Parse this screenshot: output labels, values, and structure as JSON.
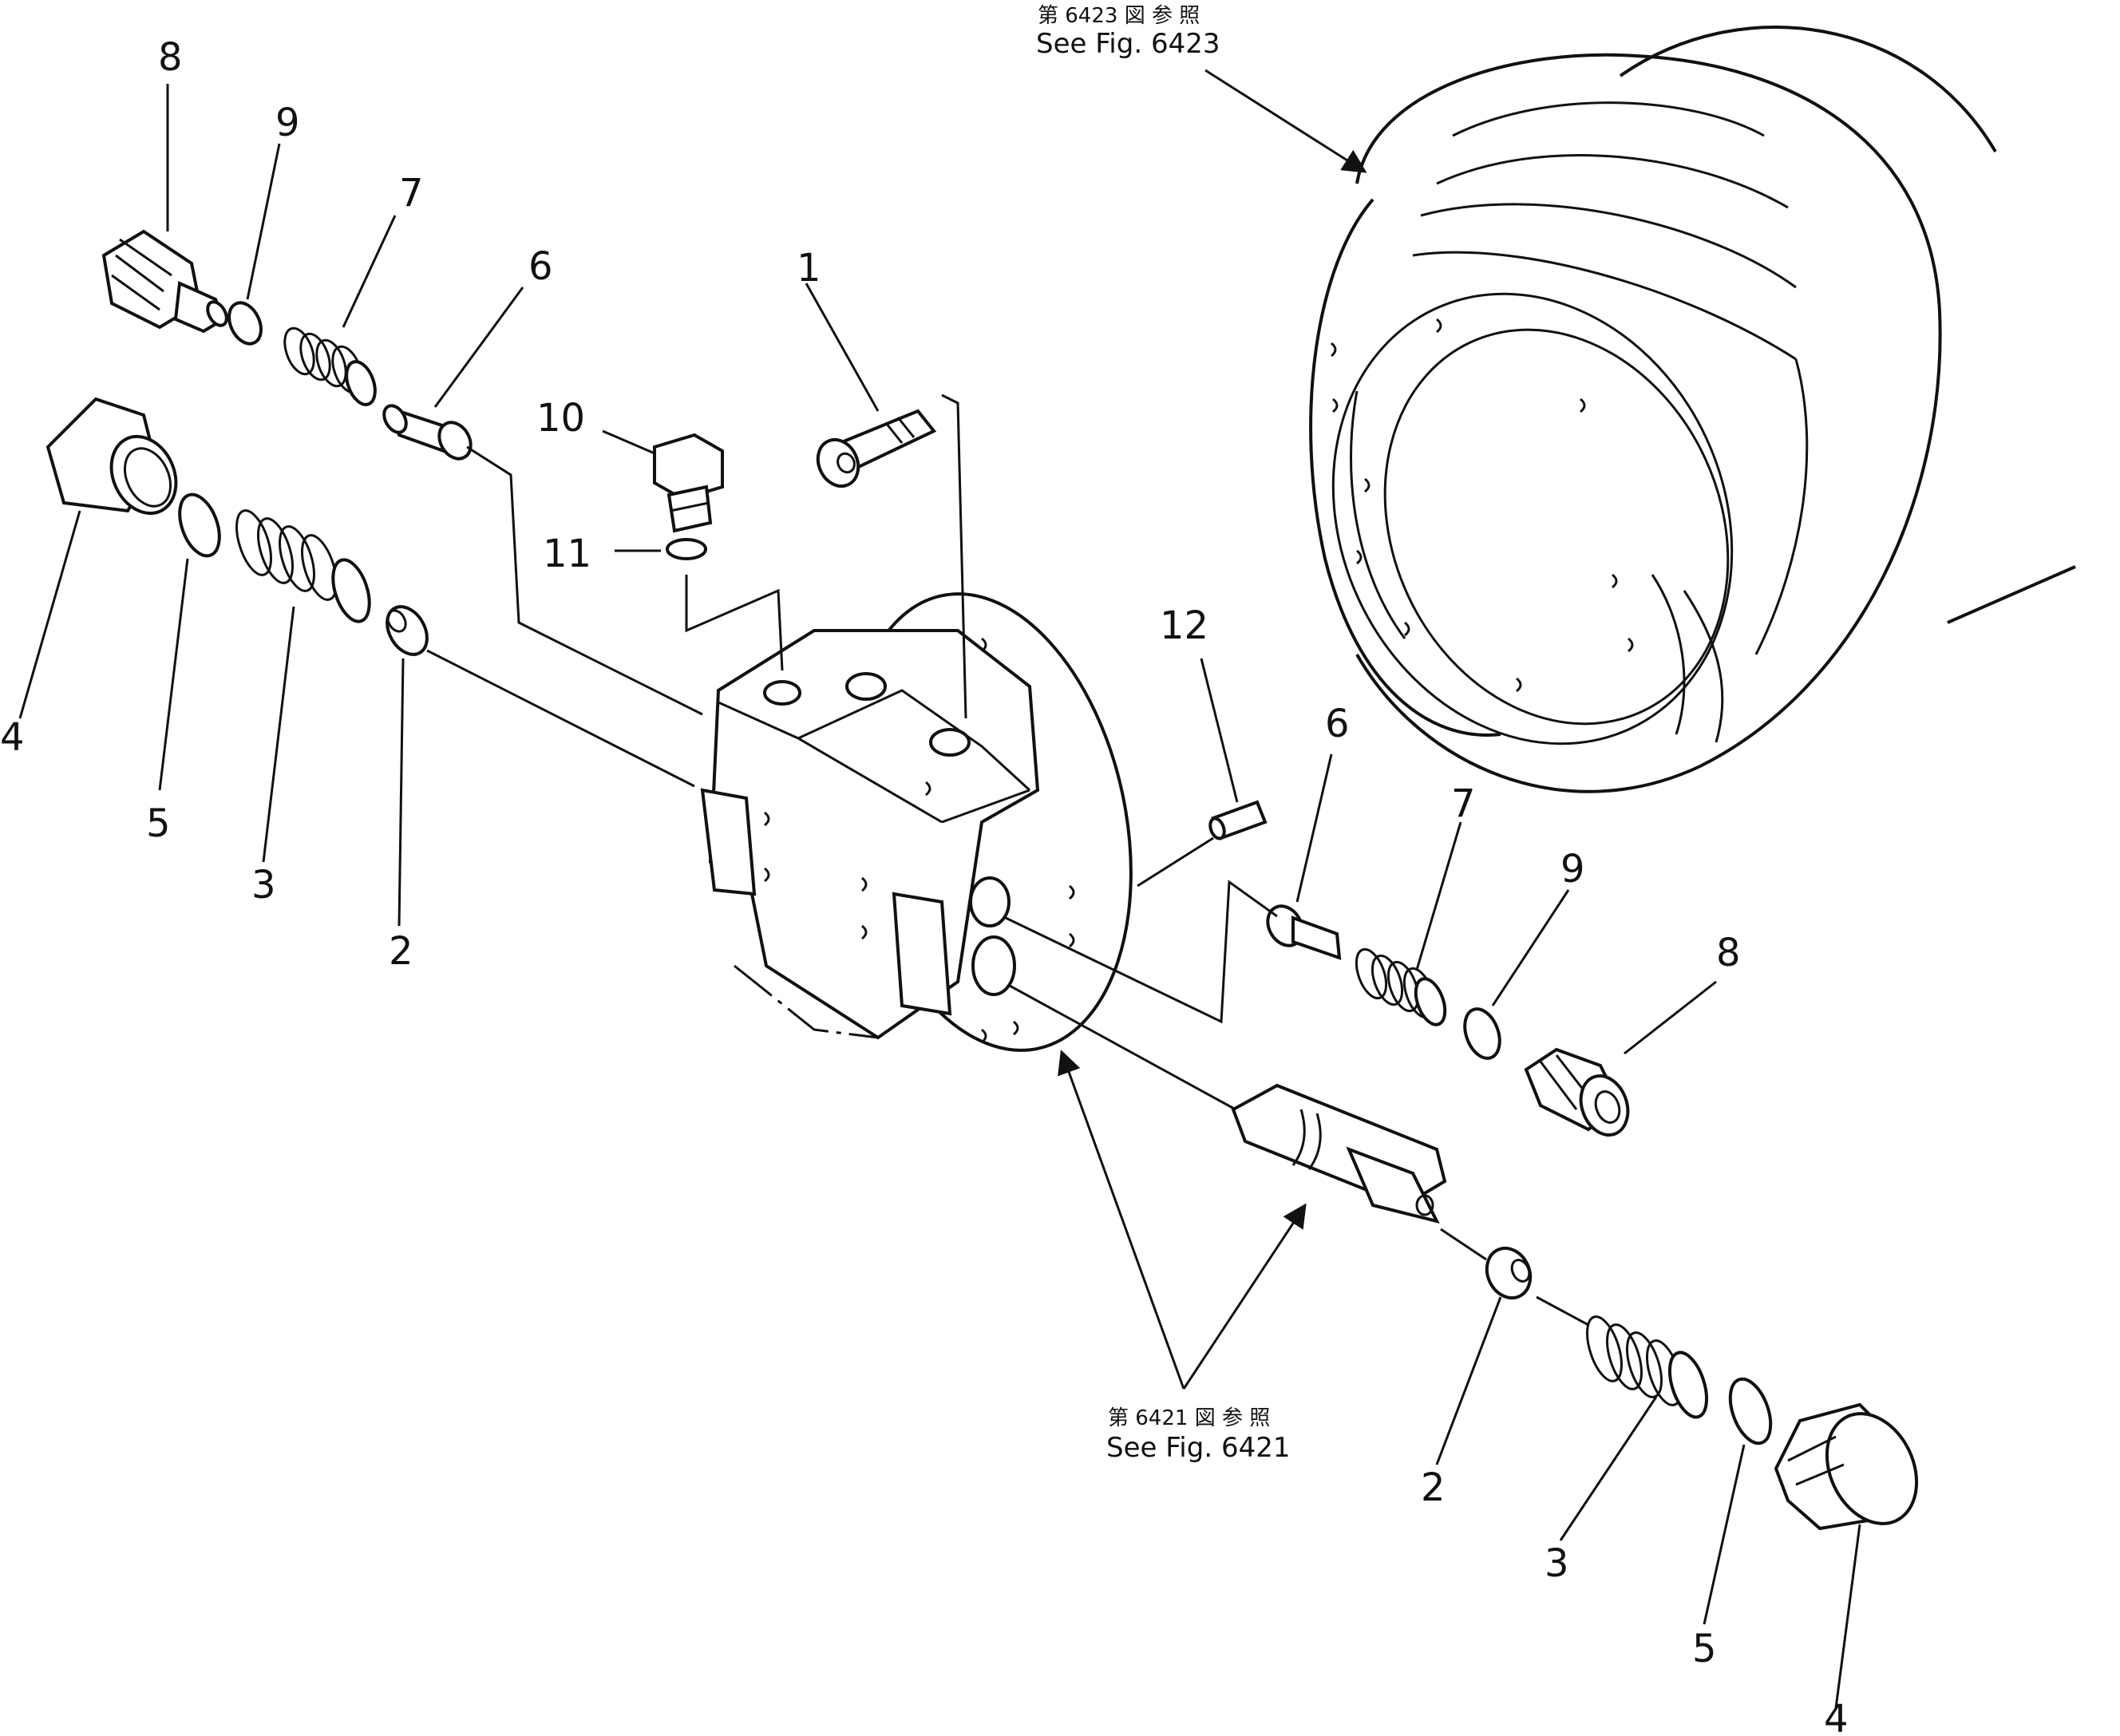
{
  "references": {
    "fig6423": {
      "jp": "第 6423 図 参 照",
      "en": "See Fig. 6423"
    },
    "fig6421": {
      "jp": "第 6421 図 参 照",
      "en": "See Fig. 6421"
    }
  },
  "callouts": {
    "left_8": "8",
    "left_9": "9",
    "left_7": "7",
    "left_6": "6",
    "left_10": "10",
    "left_11": "11",
    "top_1": "1",
    "left_4": "4",
    "left_5": "5",
    "left_3": "3",
    "left_2": "2",
    "right_12": "12",
    "right_6": "6",
    "right_7": "7",
    "right_9": "9",
    "right_8": "8",
    "right_2": "2",
    "right_3": "3",
    "right_5": "5",
    "right_4": "4"
  }
}
